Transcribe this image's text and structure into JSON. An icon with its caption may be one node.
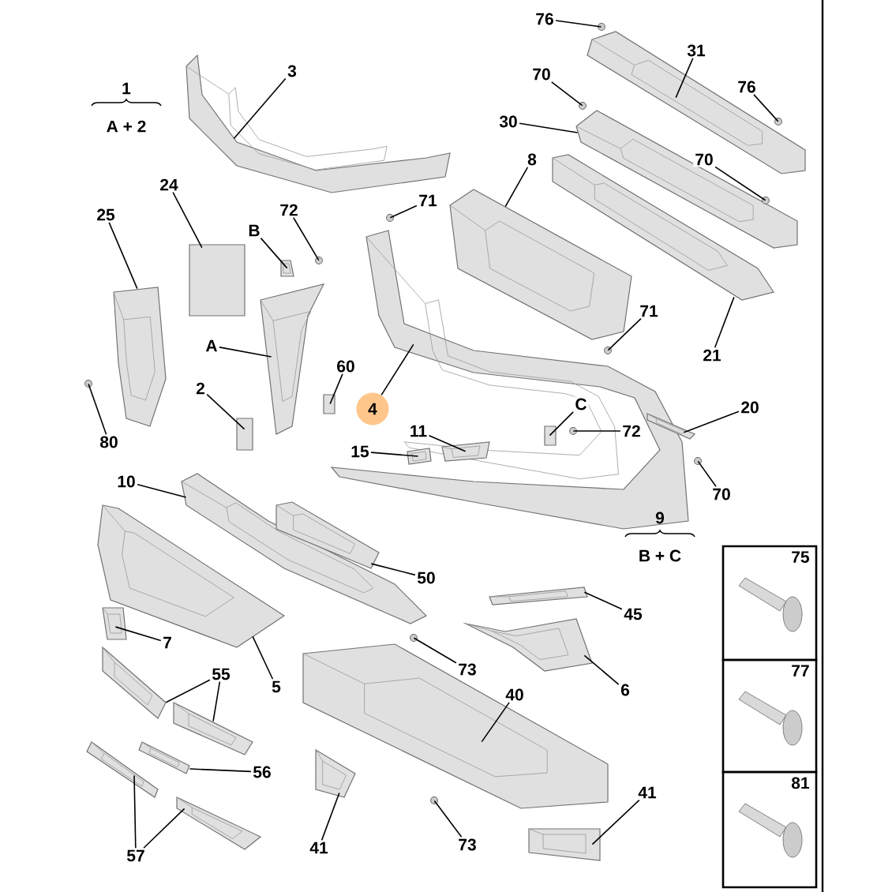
{
  "diagram": {
    "nodes": [
      {
        "text": [
          "3"
        ]
      },
      {
        "text": [
          "76"
        ]
      },
      {
        "text": [
          "31"
        ]
      },
      {
        "text": [
          "70"
        ]
      },
      {
        "text": [
          "76"
        ]
      },
      {
        "text": [
          "30"
        ]
      },
      {
        "text": [
          "8"
        ]
      },
      {
        "text": [
          "70"
        ]
      },
      {
        "text": [
          "24"
        ]
      },
      {
        "text": [
          "71"
        ]
      },
      {
        "text": [
          "72"
        ]
      },
      {
        "text": [
          "25"
        ]
      },
      {
        "text": [
          "B"
        ]
      },
      {
        "text": [
          "71"
        ]
      },
      {
        "text": [
          "A"
        ]
      },
      {
        "text": [
          "21"
        ]
      },
      {
        "text": [
          "60"
        ]
      },
      {
        "text": [
          "2"
        ]
      },
      {
        "text": [
          "C"
        ]
      },
      {
        "text": [
          "20"
        ]
      },
      {
        "text": [
          "4"
        ]
      },
      {
        "text": [
          "11"
        ]
      },
      {
        "text": [
          "72"
        ]
      },
      {
        "text": [
          "80"
        ]
      },
      {
        "text": [
          "15"
        ]
      },
      {
        "text": [
          "10"
        ]
      },
      {
        "text": [
          "70"
        ]
      },
      {
        "text": [
          "75"
        ]
      },
      {
        "text": [
          "50"
        ]
      },
      {
        "text": [
          "45"
        ]
      },
      {
        "text": [
          "7"
        ]
      },
      {
        "text": [
          "77"
        ]
      },
      {
        "text": [
          "55"
        ]
      },
      {
        "text": [
          "73"
        ]
      },
      {
        "text": [
          "5"
        ]
      },
      {
        "text": [
          "6"
        ]
      },
      {
        "text": [
          "40"
        ]
      },
      {
        "text": [
          "81"
        ]
      },
      {
        "text": [
          "56"
        ]
      },
      {
        "text": [
          "41"
        ]
      },
      {
        "text": [
          "41"
        ]
      },
      {
        "text": [
          "73"
        ]
      },
      {
        "text": [
          "57"
        ]
      },
      {
        "text": [],
        "shape": "picture"
      },
      {
        "text": [],
        "shape": "circle"
      },
      {
        "text": [],
        "shape": "picture"
      },
      {
        "text": [],
        "shape": "circle"
      },
      {
        "text": [],
        "shape": "circle"
      },
      {
        "text": [],
        "shape": "picture"
      },
      {
        "text": [],
        "shape": "picture"
      },
      {
        "text": [],
        "shape": "circle"
      },
      {
        "text": [],
        "shape": "box"
      },
      {
        "text": [],
        "shape": "circle"
      },
      {
        "text": [],
        "shape": "circle"
      },
      {
        "text": [],
        "shape": "picture"
      },
      {
        "text": [],
        "shape": "picture"
      },
      {
        "text": [],
        "shape": "circle"
      },
      {
        "text": [],
        "shape": "picture"
      },
      {
        "text": [],
        "shape": "picture"
      },
      {
        "text": [],
        "shape": "box"
      },
      {
        "text": [],
        "shape": "box"
      },
      {
        "text": [],
        "shape": "box"
      },
      {
        "text": [],
        "shape": "picture"
      },
      {
        "text": [],
        "shape": "picture"
      },
      {
        "text": [],
        "shape": "picture"
      },
      {
        "text": [],
        "shape": "circle"
      },
      {
        "text": [],
        "shape": "circle"
      },
      {
        "text": [],
        "shape": "picture"
      },
      {
        "text": [],
        "shape": "picture"
      },
      {
        "text": [],
        "shape": "circle"
      },
      {
        "text": [],
        "shape": "picture"
      },
      {
        "text": [],
        "shape": "picture"
      },
      {
        "text": [],
        "shape": "picture"
      },
      {
        "text": [],
        "shape": "picture"
      },
      {
        "text": [],
        "shape": "picture"
      },
      {
        "text": [],
        "shape": "circle"
      },
      {
        "text": [],
        "shape": "picture"
      },
      {
        "text": [],
        "shape": "picture"
      },
      {
        "text": [],
        "shape": "picture"
      },
      {
        "text": [],
        "shape": "picture"
      },
      {
        "text": [],
        "shape": "picture"
      },
      {
        "text": [],
        "shape": "picture"
      },
      {
        "text": [],
        "shape": "circle"
      },
      {
        "text": [],
        "shape": "picture"
      },
      {
        "text": [],
        "shape": "picture"
      }
    ],
    "edges": [
      {
        "from": 0,
        "to": 43,
        "arrow": "none"
      },
      {
        "from": 1,
        "to": 44,
        "arrow": "none"
      },
      {
        "from": 2,
        "to": 45,
        "arrow": "none"
      },
      {
        "from": 3,
        "to": 46,
        "arrow": "none"
      },
      {
        "from": 4,
        "to": 47,
        "arrow": "none"
      },
      {
        "from": 5,
        "to": 48,
        "arrow": "none"
      },
      {
        "from": 6,
        "to": 49,
        "arrow": "none"
      },
      {
        "from": 7,
        "to": 50,
        "arrow": "none"
      },
      {
        "from": 8,
        "to": 51,
        "arrow": "none"
      },
      {
        "from": 9,
        "to": 52,
        "arrow": "none"
      },
      {
        "from": 10,
        "to": 53,
        "arrow": "none"
      },
      {
        "from": 11,
        "to": 54,
        "arrow": "none"
      },
      {
        "from": 12,
        "to": 55,
        "arrow": "none"
      },
      {
        "from": 13,
        "to": 56,
        "arrow": "none"
      },
      {
        "from": 14,
        "to": 57,
        "arrow": "none"
      },
      {
        "from": 15,
        "to": 58,
        "arrow": "none"
      },
      {
        "from": 16,
        "to": 59,
        "arrow": "none"
      },
      {
        "from": 17,
        "to": 60,
        "arrow": "none"
      },
      {
        "from": 18,
        "to": 61,
        "arrow": "none"
      },
      {
        "from": 19,
        "to": 62,
        "arrow": "none"
      },
      {
        "from": 20,
        "to": 63,
        "arrow": "none"
      },
      {
        "from": 21,
        "to": 64,
        "arrow": "none"
      },
      {
        "from": 22,
        "to": 65,
        "arrow": "none"
      },
      {
        "from": 23,
        "to": 66,
        "arrow": "none"
      },
      {
        "from": 24,
        "to": 67,
        "arrow": "none"
      },
      {
        "from": 25,
        "to": 68,
        "arrow": "none"
      },
      {
        "from": 26,
        "to": 69,
        "arrow": "none"
      },
      {
        "from": 28,
        "to": 70,
        "arrow": "none"
      },
      {
        "from": 29,
        "to": 71,
        "arrow": "none"
      },
      {
        "from": 30,
        "to": 72,
        "arrow": "none"
      },
      {
        "from": 32,
        "to": 73,
        "arrow": "none"
      },
      {
        "from": 32,
        "to": 74,
        "arrow": "none"
      },
      {
        "from": 33,
        "to": 75,
        "arrow": "none"
      },
      {
        "from": 34,
        "to": 76,
        "arrow": "none"
      },
      {
        "from": 35,
        "to": 77,
        "arrow": "none"
      },
      {
        "from": 36,
        "to": 78,
        "arrow": "none"
      },
      {
        "from": 38,
        "to": 79,
        "arrow": "none"
      },
      {
        "from": 39,
        "to": 80,
        "arrow": "none"
      },
      {
        "from": 40,
        "to": 81,
        "arrow": "none"
      },
      {
        "from": 41,
        "to": 82,
        "arrow": "none"
      },
      {
        "from": 42,
        "to": 83,
        "arrow": "none"
      },
      {
        "from": 42,
        "to": 84,
        "arrow": "none"
      }
    ],
    "labels": [
      "1",
      "A + 2",
      "9",
      "B + C"
    ]
  }
}
